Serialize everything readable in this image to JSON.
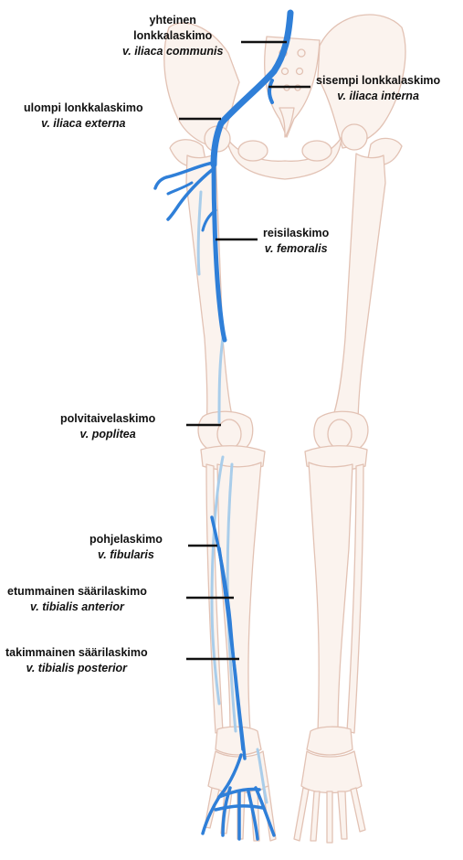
{
  "colors": {
    "vein_dark": "#2f7fd8",
    "vein_light": "#a9cdea",
    "bone_fill": "#fbf3ee",
    "bone_stroke": "#e2c2b4",
    "leader": "#111111"
  },
  "labels": {
    "iliaca_communis": {
      "name_line1": "yhteinen",
      "name_line2": "lonkkalaskimo",
      "latin": "v. iliaca communis"
    },
    "iliaca_interna": {
      "name": "sisempi lonkkalaskimo",
      "latin": "v. iliaca interna"
    },
    "iliaca_externa": {
      "name": "ulompi lonkkalaskimo",
      "latin": "v. iliaca externa"
    },
    "femoralis": {
      "name": "reisilaskimo",
      "latin": "v. femoralis"
    },
    "poplitea": {
      "name": "polvitaivelaskimo",
      "latin": "v. poplitea"
    },
    "fibularis": {
      "name": "pohjelaskimo",
      "latin": "v. fibularis"
    },
    "tibialis_anterior": {
      "name": "etummainen säärilaskimo",
      "latin": "v. tibialis anterior"
    },
    "tibialis_posterior": {
      "name": "takimmainen säärilaskimo",
      "latin": "v. tibialis posterior"
    }
  }
}
